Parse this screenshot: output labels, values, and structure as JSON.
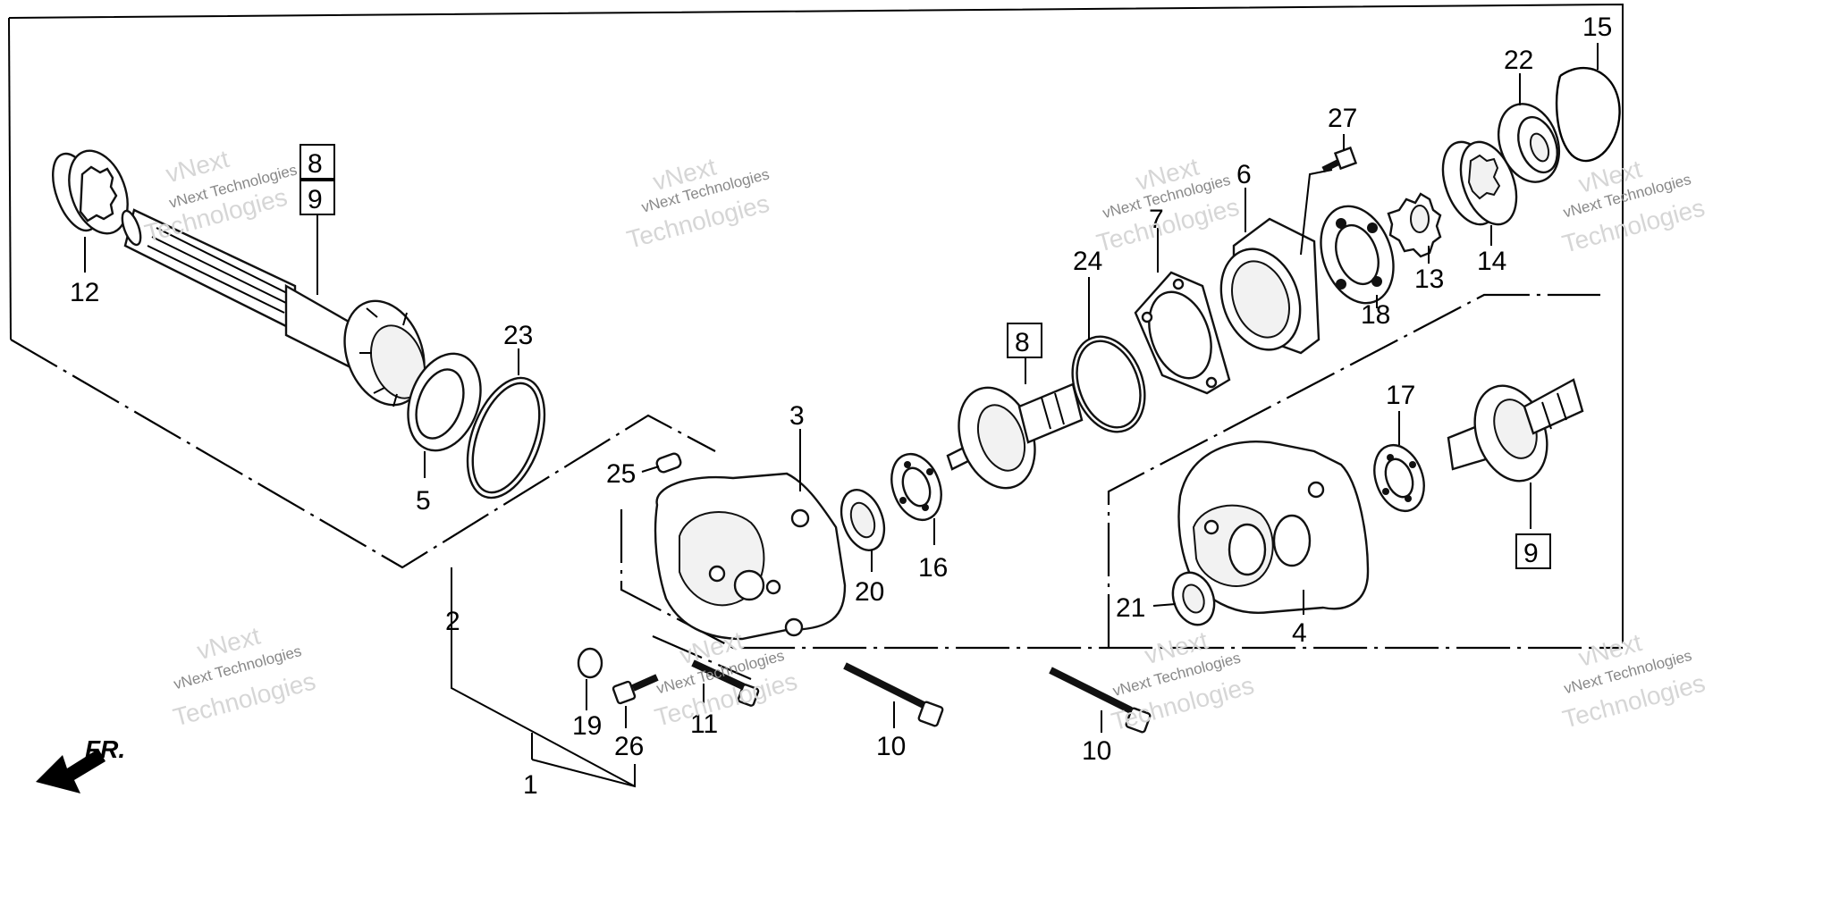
{
  "callouts": {
    "n1": "1",
    "n2": "2",
    "n3": "3",
    "n4": "4",
    "n5": "5",
    "n6": "6",
    "n7": "7",
    "n8a": "8",
    "n8b": "8",
    "n9a": "9",
    "n9b": "9",
    "n10a": "10",
    "n10b": "10",
    "n11": "11",
    "n12": "12",
    "n13": "13",
    "n14": "14",
    "n15": "15",
    "n16": "16",
    "n17": "17",
    "n18": "18",
    "n19": "19",
    "n20": "20",
    "n21": "21",
    "n22": "22",
    "n23": "23",
    "n24": "24",
    "n25": "25",
    "n26": "26",
    "n27": "27"
  },
  "direction_label": "FR.",
  "watermark": {
    "brand": "vNext",
    "company": "vNext Technologies",
    "big": "Technologies"
  }
}
